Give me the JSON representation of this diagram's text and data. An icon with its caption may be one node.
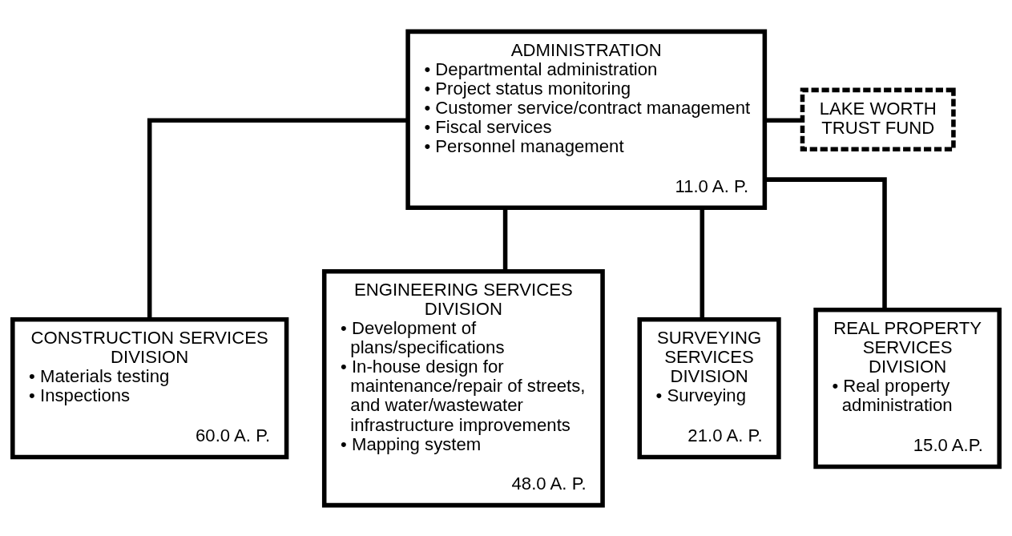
{
  "diagram": {
    "nodes": [
      {
        "text": [
          "ADMINISTRATION",
          "• Departmental administration",
          "• Project status monitoring",
          "• Customer service/contract management",
          "• Fiscal services",
          "• Personnel management",
          "11.0 A. P."
        ]
      },
      {
        "text": [
          "LAKE WORTH TRUST FUND"
        ]
      },
      {
        "text": [
          "CONSTRUCTION SERVICES DIVISION",
          "• Materials testing",
          "• Inspections",
          "60.0 A. P."
        ]
      },
      {
        "text": [
          "ENGINEERING SERVICES DIVISION",
          "• Development of plans/specifications",
          "• In-house design for maintenance/repair of streets, and water/wastewater infrastructure improvements",
          "• Mapping system",
          "48.0 A. P."
        ]
      },
      {
        "text": [
          "SURVEYING SERVICES DIVISION",
          "• Surveying",
          "21.0 A. P."
        ]
      },
      {
        "text": [
          "REAL PROPERTY SERVICES DIVISION",
          "• Real property administration",
          "15.0 A.P."
        ]
      }
    ],
    "edges": [
      {
        "from": 0,
        "to": 1,
        "arrow": "none"
      },
      {
        "from": 0,
        "to": 2,
        "arrow": "none"
      },
      {
        "from": 0,
        "to": 3,
        "arrow": "none"
      },
      {
        "from": 0,
        "to": 4,
        "arrow": "none"
      },
      {
        "from": 0,
        "to": 5,
        "arrow": "none"
      }
    ]
  }
}
